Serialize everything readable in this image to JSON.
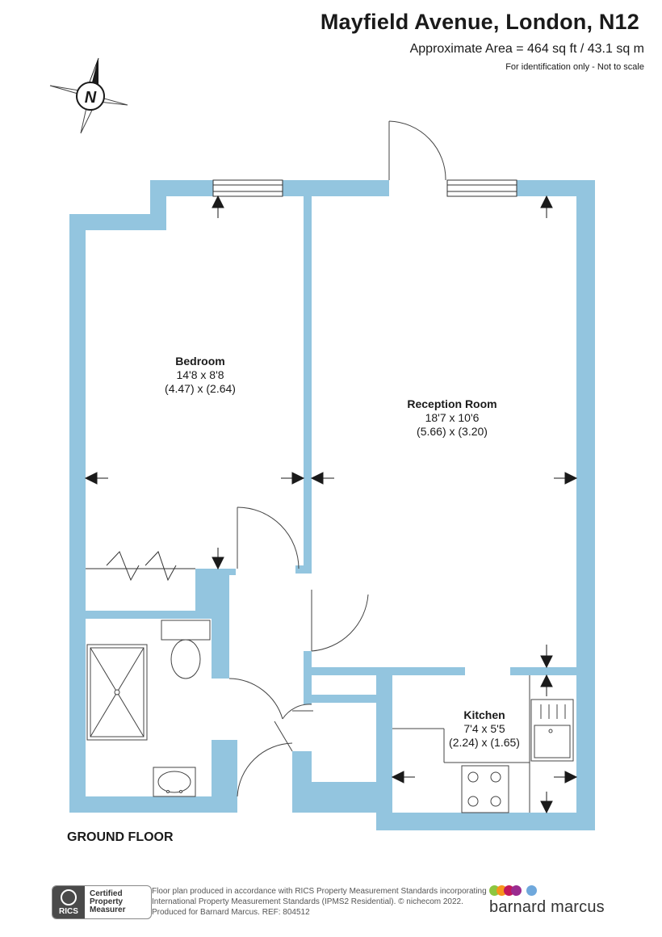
{
  "header": {
    "title": "Mayfield Avenue, London, N12",
    "area": "Approximate Area = 464 sq ft / 43.1 sq m",
    "disclaimer": "For identification only - Not to scale"
  },
  "compass": {
    "letter": "N"
  },
  "rooms": {
    "bedroom": {
      "name": "Bedroom",
      "imperial": "14'8 x 8'8",
      "metric": "(4.47) x (2.64)"
    },
    "reception": {
      "name": "Reception Room",
      "imperial": "18'7 x 10'6",
      "metric": "(5.66) x (3.20)"
    },
    "kitchen": {
      "name": "Kitchen",
      "imperial": "7'4 x 5'5",
      "metric": "(2.24) x (1.65)"
    }
  },
  "floor_label": "GROUND FLOOR",
  "footer": {
    "line1": "Floor plan produced in accordance with RICS Property Measurement Standards incorporating",
    "line2": "International Property Measurement Standards (IPMS2 Residential).  © nichecom 2022.",
    "line3": "Produced for Barnard Marcus.   REF:  804512"
  },
  "rics": {
    "logo": "RICS",
    "line1": "Certified",
    "line2": "Property",
    "line3": "Measurer"
  },
  "brand": {
    "name": "barnard marcus",
    "dot_colors": [
      "#8dc63f",
      "#f7941d",
      "#c2185b",
      "#9b2b8f",
      "#6fa8dc"
    ]
  },
  "colors": {
    "wall": "#93c5df",
    "line": "#333333",
    "text": "#1a1a1a"
  }
}
